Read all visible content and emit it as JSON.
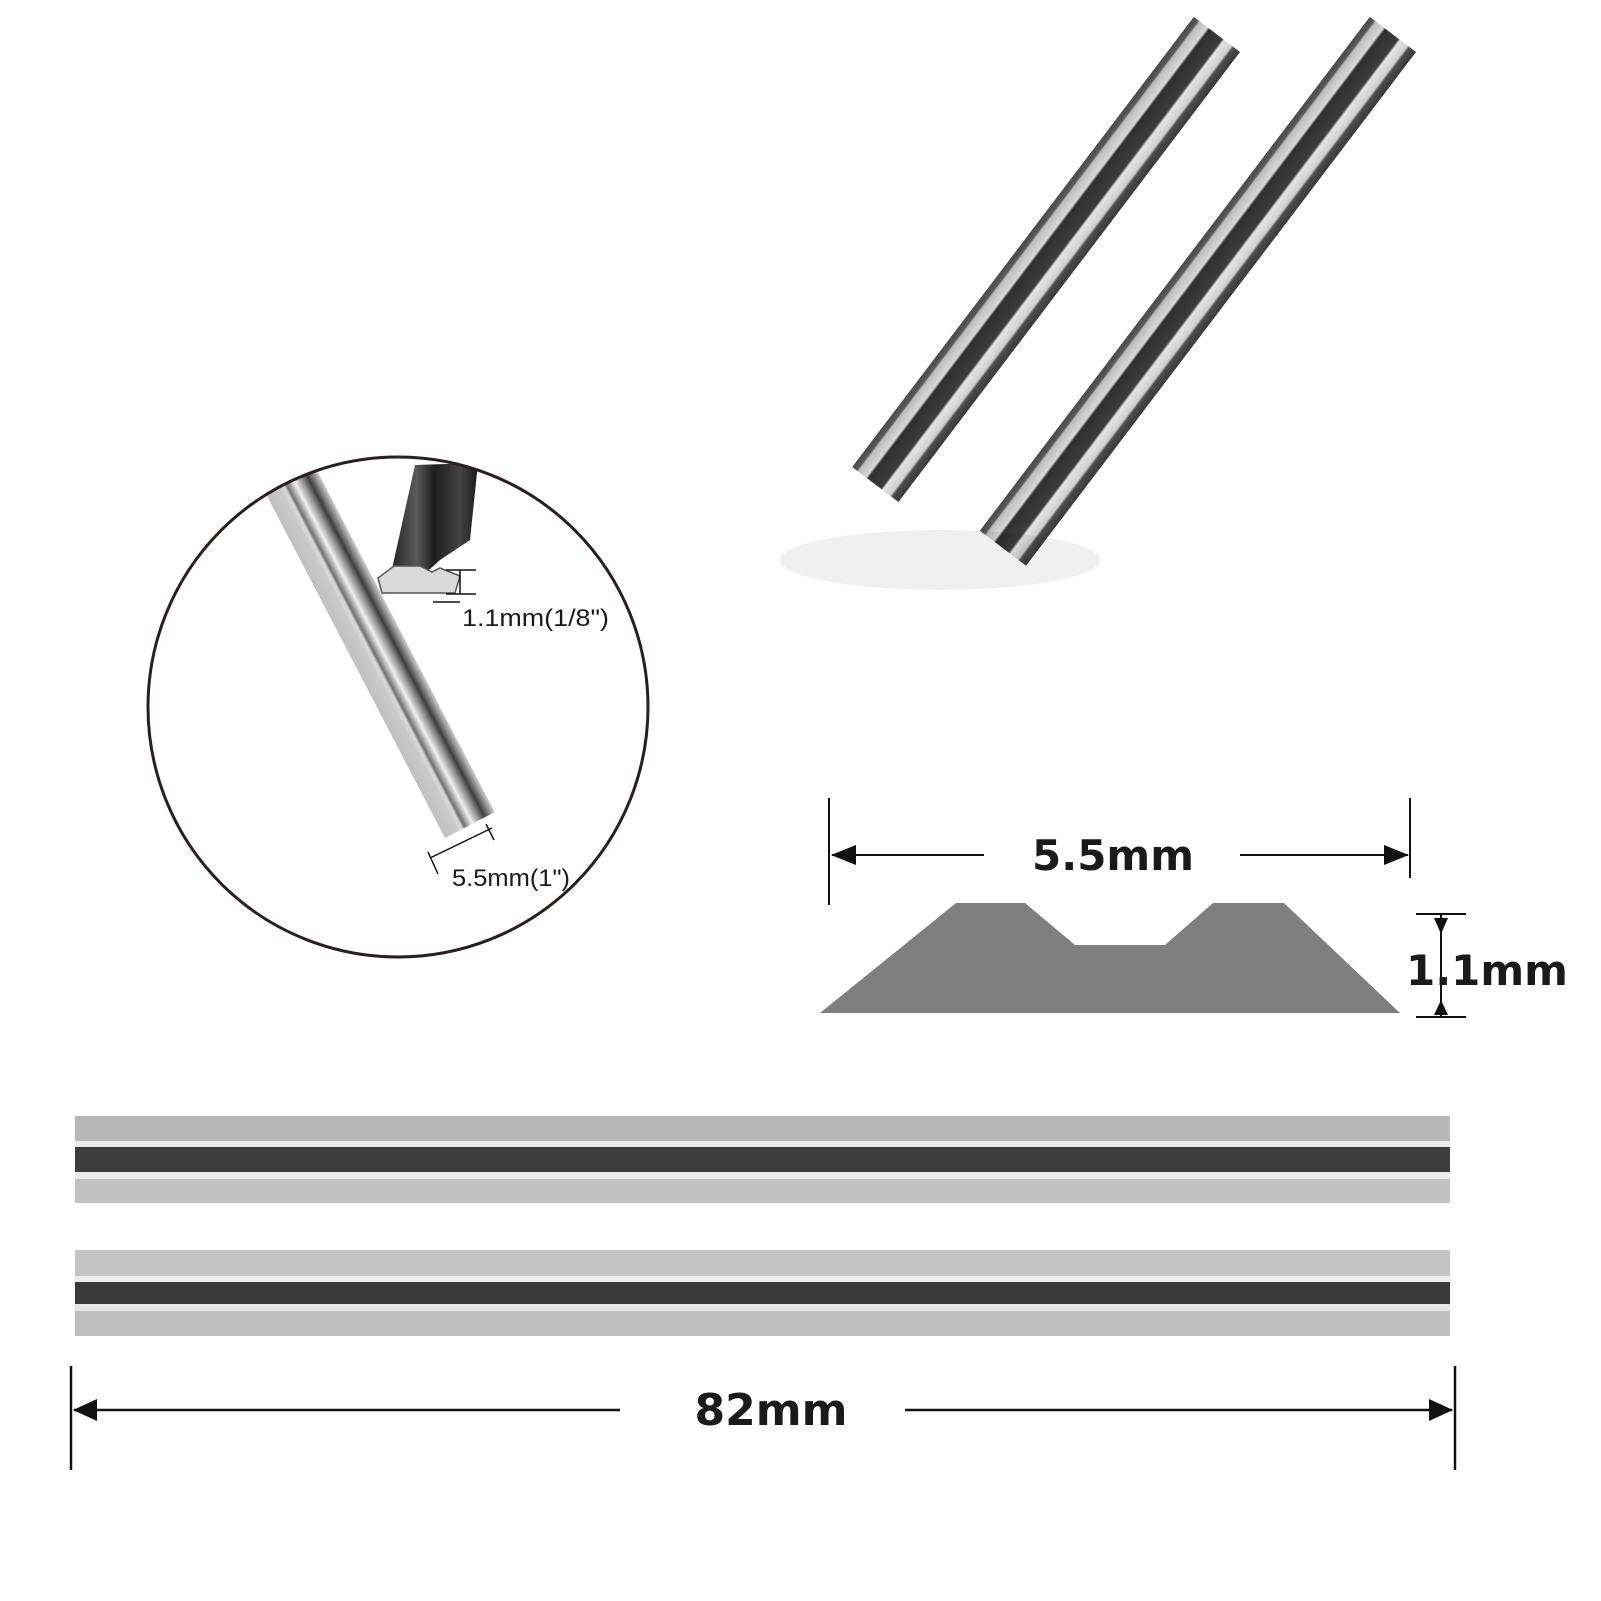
{
  "labels": {
    "zoom_thickness": "1.1mm(1/8\")",
    "zoom_width": "5.5mm(1\")",
    "profile_width": "5.5mm",
    "profile_thickness": "1.1mm",
    "length": "82mm"
  },
  "colors": {
    "background": "#ffffff",
    "steel_light": "#c4c4c4",
    "steel_highlight": "#ececec",
    "carbide_dark": "#3a3a3a",
    "profile_fill": "#7f7f7f",
    "circle_stroke": "#2a1e1e",
    "dimension_line": "#111111"
  },
  "icons": {
    "arrow_head": "triangle-arrow-icon"
  }
}
